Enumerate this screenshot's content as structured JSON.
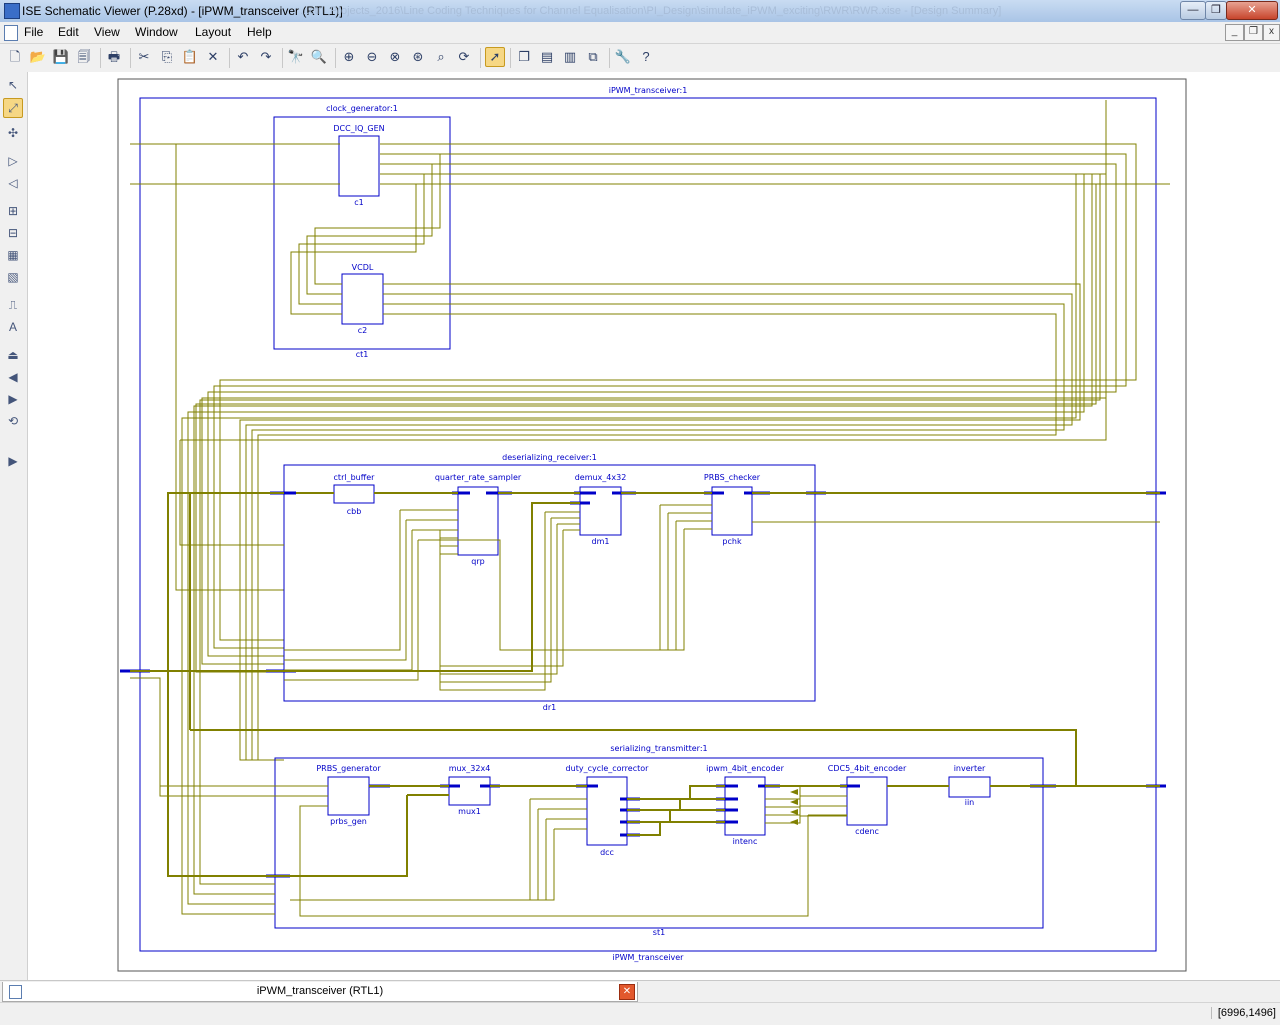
{
  "window": {
    "title": "ISE Schematic Viewer (P.28xd) - [iPWM_transceiver (RTL1)]",
    "path_ghost": "...ctrl_Projects_2016\\Line Coding Techniques for Channel Equalisation\\PI_Design\\simulate_iPWM_exciting\\RWR\\RWR.xise - [Design Summary]",
    "minimize": "—",
    "restore": "❐",
    "close": "✕"
  },
  "menu": {
    "items": [
      {
        "label": "File",
        "name": "menu-file"
      },
      {
        "label": "Edit",
        "name": "menu-edit"
      },
      {
        "label": "View",
        "name": "menu-view"
      },
      {
        "label": "Window",
        "name": "menu-window"
      },
      {
        "label": "Layout",
        "name": "menu-layout"
      },
      {
        "label": "Help",
        "name": "menu-help"
      }
    ],
    "mdi_minimize": "_",
    "mdi_restore": "❐",
    "mdi_close": "x"
  },
  "toolbar": [
    {
      "name": "new-file-icon",
      "glyph": "🗋"
    },
    {
      "name": "open-folder-icon",
      "glyph": "📂"
    },
    {
      "name": "save-icon",
      "glyph": "💾"
    },
    {
      "name": "save-all-icon",
      "glyph": "🗐"
    },
    {
      "sep": true
    },
    {
      "name": "print-icon",
      "glyph": "🖶"
    },
    {
      "sep": true
    },
    {
      "name": "cut-icon",
      "glyph": "✂"
    },
    {
      "name": "copy-icon",
      "glyph": "⎘"
    },
    {
      "name": "paste-icon",
      "glyph": "📋"
    },
    {
      "name": "delete-icon",
      "glyph": "✕"
    },
    {
      "sep": true
    },
    {
      "name": "undo-icon",
      "glyph": "↶"
    },
    {
      "name": "redo-icon",
      "glyph": "↷"
    },
    {
      "sep": true
    },
    {
      "name": "find-icon",
      "glyph": "🔭"
    },
    {
      "name": "find-next-icon",
      "glyph": "🔍"
    },
    {
      "sep": true
    },
    {
      "name": "zoom-in-icon",
      "glyph": "⊕"
    },
    {
      "name": "zoom-out-icon",
      "glyph": "⊖"
    },
    {
      "name": "zoom-full-icon",
      "glyph": "⊗"
    },
    {
      "name": "zoom-selection-icon",
      "glyph": "⊛"
    },
    {
      "name": "zoom-area-icon",
      "glyph": "⌕"
    },
    {
      "name": "refresh-icon",
      "glyph": "⟳"
    },
    {
      "sep": true
    },
    {
      "name": "select-pointer-icon",
      "glyph": "➚",
      "active": true
    },
    {
      "sep": true
    },
    {
      "name": "cascade-windows-icon",
      "glyph": "❐"
    },
    {
      "name": "tile-horizontal-icon",
      "glyph": "▤"
    },
    {
      "name": "tile-vertical-icon",
      "glyph": "▥"
    },
    {
      "name": "arrange-icon",
      "glyph": "⧉"
    },
    {
      "sep": true
    },
    {
      "name": "properties-wrench-icon",
      "glyph": "🔧"
    },
    {
      "name": "help-pointer-icon",
      "glyph": "?"
    }
  ],
  "left_toolbar": [
    {
      "name": "select-arrow-icon",
      "glyph": "↖"
    },
    {
      "name": "net-mode-icon",
      "glyph": "⤢",
      "active": true
    },
    {
      "name": "add-elements-icon",
      "glyph": "✣"
    },
    {
      "name": "forward-icon",
      "glyph": "▷"
    },
    {
      "name": "backward-icon",
      "glyph": "◁"
    },
    {
      "name": "hierarchy-push-icon",
      "glyph": "⊞"
    },
    {
      "name": "hierarchy-pop-icon",
      "glyph": "⊟"
    },
    {
      "name": "copy-symbol-icon",
      "glyph": "▦"
    },
    {
      "name": "paste-symbol-icon",
      "glyph": "▧"
    },
    {
      "name": "add-pin-icon",
      "glyph": "⎍"
    },
    {
      "name": "add-text-icon",
      "glyph": "A"
    },
    {
      "name": "push-up-icon",
      "glyph": "⏏"
    },
    {
      "name": "go-back-icon",
      "glyph": "◀"
    },
    {
      "name": "go-forward-icon",
      "glyph": "▶"
    },
    {
      "name": "refresh-view-icon",
      "glyph": "⟲"
    },
    {
      "name": "run-icon",
      "glyph": "▶"
    }
  ],
  "tab": {
    "label": "iPWM_transceiver (RTL1)"
  },
  "status": {
    "coords": "[6996,1496]"
  },
  "colors": {
    "wire": "#808000",
    "block": "#0000c8",
    "bus": "#0000c8"
  },
  "schematic": {
    "top_label": "iPWM_transceiver:1",
    "top_footer": "iPWM_transceiver",
    "blocks": [
      {
        "id": "ct1",
        "title": "clock_generator:1",
        "footer": "ct1"
      },
      {
        "id": "c1",
        "title": "DCC_IQ_GEN",
        "footer": "c1"
      },
      {
        "id": "c2",
        "title": "VCDL",
        "footer": "c2"
      },
      {
        "id": "dr1",
        "title": "deserializing_receiver:1",
        "footer": "dr1"
      },
      {
        "id": "cbb",
        "title": "ctrl_buffer",
        "footer": "cbb"
      },
      {
        "id": "qrp",
        "title": "quarter_rate_sampler",
        "footer": "qrp"
      },
      {
        "id": "dm1",
        "title": "demux_4x32",
        "footer": "dm1"
      },
      {
        "id": "pchk",
        "title": "PRBS_checker",
        "footer": "pchk"
      },
      {
        "id": "st1",
        "title": "serializing_transmitter:1",
        "footer": "st1"
      },
      {
        "id": "prbs_gen",
        "title": "PRBS_generator",
        "footer": "prbs_gen"
      },
      {
        "id": "mux1",
        "title": "mux_32x4",
        "footer": "mux1"
      },
      {
        "id": "dcc",
        "title": "duty_cycle_corrector",
        "footer": "dcc"
      },
      {
        "id": "intenc",
        "title": "ipwm_4bit_encoder",
        "footer": "intenc"
      },
      {
        "id": "cdenc",
        "title": "CDC5_4bit_encoder",
        "footer": "cdenc"
      },
      {
        "id": "iin",
        "title": "inverter",
        "footer": "iin"
      }
    ]
  }
}
